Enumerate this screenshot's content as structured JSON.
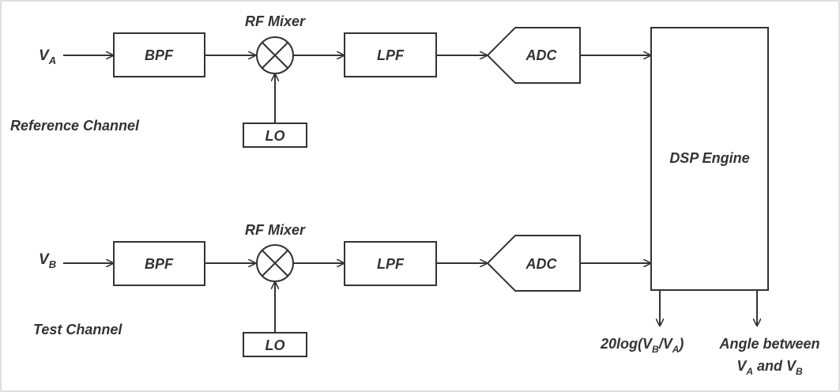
{
  "diagram": {
    "reference": {
      "input": {
        "sym": "V",
        "sub": "A"
      },
      "channel_label": "Reference Channel",
      "bpf": "BPF",
      "mixer_label": "RF Mixer",
      "lo": "LO",
      "lpf": "LPF",
      "adc": "ADC"
    },
    "test": {
      "input": {
        "sym": "V",
        "sub": "B"
      },
      "channel_label": "Test Channel",
      "bpf": "BPF",
      "mixer_label": "RF Mixer",
      "lo": "LO",
      "lpf": "LPF",
      "adc": "ADC"
    },
    "dsp": "DSP Engine",
    "output_mag": {
      "prefix": "20log(V",
      "sub_b": "B",
      "mid": "/V",
      "sub_a": "A",
      "suffix": ")"
    },
    "output_angle": {
      "line1": "Angle between",
      "v1": "V",
      "sub_a": "A",
      "and": " and V",
      "sub_b": "B"
    }
  }
}
